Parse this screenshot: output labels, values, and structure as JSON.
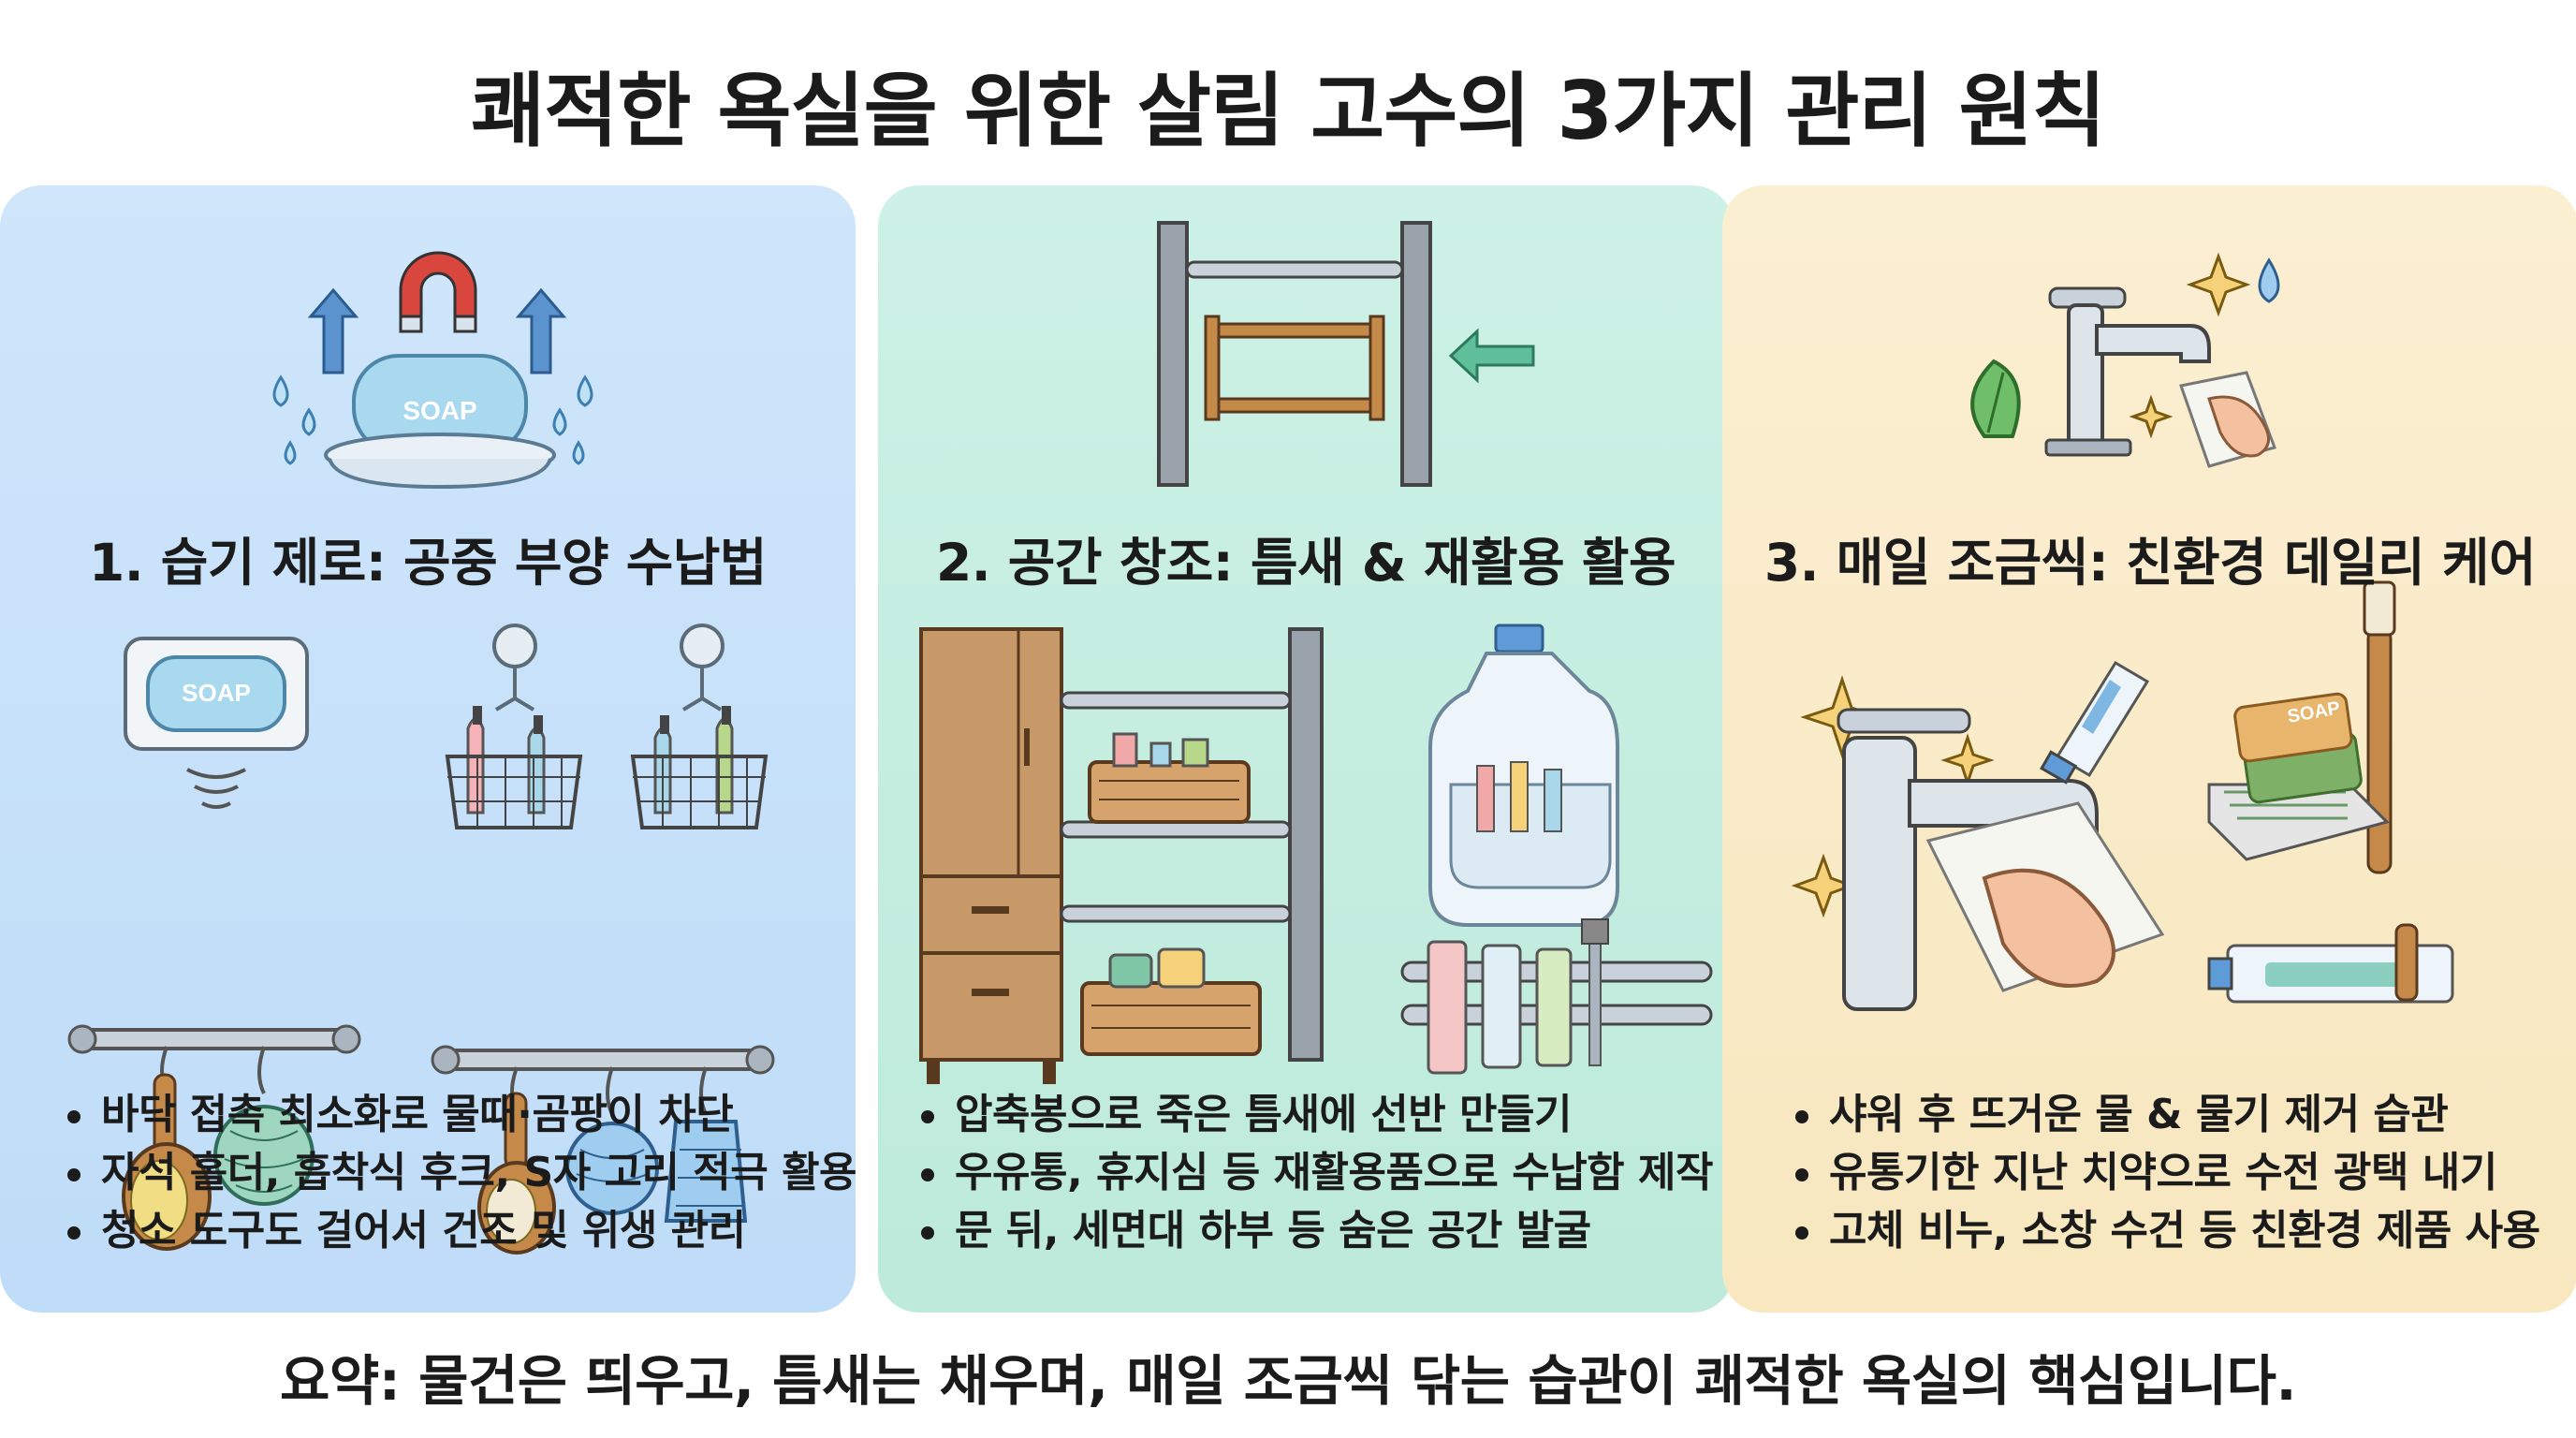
{
  "title": "쾌적한 욕실을 위한 살림 고수의 3가지 관리 원칙",
  "panels": [
    {
      "heading": "1. 습기 제로: 공중 부양 수납법",
      "bullets": [
        "바닥 접촉 최소화로 물때·곰팡이 차단",
        "자석 홀더, 흡착식 후크, S자 고리 적극 활용",
        "청소 도구도 걸어서 건조 및 위생 관리"
      ],
      "icons": [
        "magnet-icon",
        "soap-icon",
        "water-drop-icon",
        "soap-dish-icon",
        "magnetic-soap-holder-icon",
        "hanging-basket-icon",
        "towel-bar-icon",
        "bath-brush-icon",
        "shower-puff-icon"
      ],
      "labels": {
        "soap_top": "SOAP",
        "soap_holder": "SOAP"
      },
      "color": "#bfdcf8"
    },
    {
      "heading": "2. 공간 창조: 틈새 & 재활용 활용",
      "bullets": [
        "압축봉으로 죽은 틈새에 선반 만들기",
        "우유통, 휴지심 등 재활용품으로 수납함 제작",
        "문 뒤, 세면대 하부 등 숨은 공간 발굴"
      ],
      "icons": [
        "tension-rod-icon",
        "arrow-icon",
        "cabinet-icon",
        "shelf-icon",
        "basket-icon",
        "milk-jug-icon",
        "tube-rack-icon"
      ],
      "color": "#bdeadb"
    },
    {
      "heading": "3. 매일 조금씩: 친환경 데일리 케어",
      "bullets": [
        "샤워 후 뜨거운 물 & 물기 제거 습관",
        "유통기한 지난 치약으로 수전 광택 내기",
        "고체 비누, 소창 수건 등 친환경 제품 사용"
      ],
      "icons": [
        "faucet-icon",
        "leaf-icon",
        "sparkle-icon",
        "hand-cloth-icon",
        "toothpaste-icon",
        "bamboo-toothbrush-icon",
        "soap-bar-icon"
      ],
      "labels": {
        "soap_bar": "SOAP"
      },
      "color": "#f8e7bf"
    }
  ],
  "summary": "요약: 물건은 띄우고, 틈새는 채우며, 매일 조금씩 닦는 습관이 쾌적한 욕실의 핵심입니다."
}
